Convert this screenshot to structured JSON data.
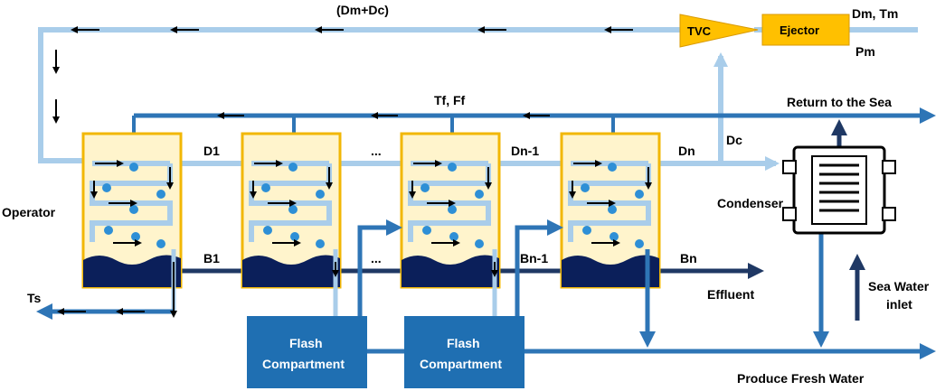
{
  "labels": {
    "dm_dc": "(Dm+Dc)",
    "tvc": "TVC",
    "ejector": "Ejector",
    "dm_tm": "Dm, Tm",
    "pm": "Pm",
    "tf_ff": "Tf, Ff",
    "return_to_sea": "Return to the Sea",
    "d1": "D1",
    "dots_top": "...",
    "dn_1": "Dn-1",
    "dn": "Dn",
    "dc": "Dc",
    "operator": "Operator",
    "condenser": "Condenser",
    "b1": "B1",
    "dots_bottom": "...",
    "bn_1": "Bn-1",
    "bn": "Bn",
    "effluent": "Effluent",
    "ts": "Ts",
    "sea_water_inlet_1": "Sea Water",
    "sea_water_inlet_2": "inlet",
    "flash1_line1": "Flash",
    "flash1_line2": "Compartment",
    "flash2_line1": "Flash",
    "flash2_line2": "Compartment",
    "produce_fresh_water": "Produce Fresh Water"
  },
  "colors": {
    "light_blue_pipe": "#a9cdea",
    "mid_blue_pipe": "#2e75b6",
    "dark_navy": "#1f3864",
    "effect_border": "#f2b705",
    "effect_fill": "#fff4cc",
    "brine": "#0b1f5a",
    "droplet": "#2e8fd6",
    "tvc_fill": "#ffc000",
    "flash_fill": "#1f6fb2"
  }
}
